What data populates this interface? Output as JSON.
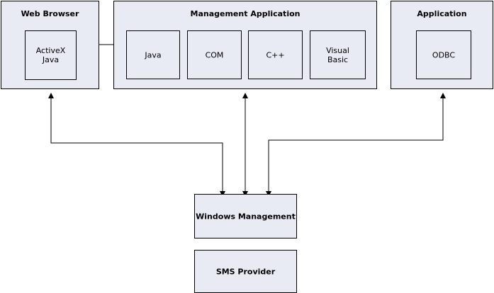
{
  "web_browser": {
    "title": "Web Browser",
    "inner_label": "ActiveX\nJava"
  },
  "management_application": {
    "title": "Management Application",
    "items": [
      "Java",
      "COM",
      "C++",
      "Visual\nBasic"
    ]
  },
  "application": {
    "title": "Application",
    "inner_label": "ODBC"
  },
  "windows_management": {
    "label": "Windows Management"
  },
  "sms_provider": {
    "label": "SMS Provider"
  },
  "colors": {
    "box_fill": "#e8ebf3",
    "stroke": "#000000"
  }
}
